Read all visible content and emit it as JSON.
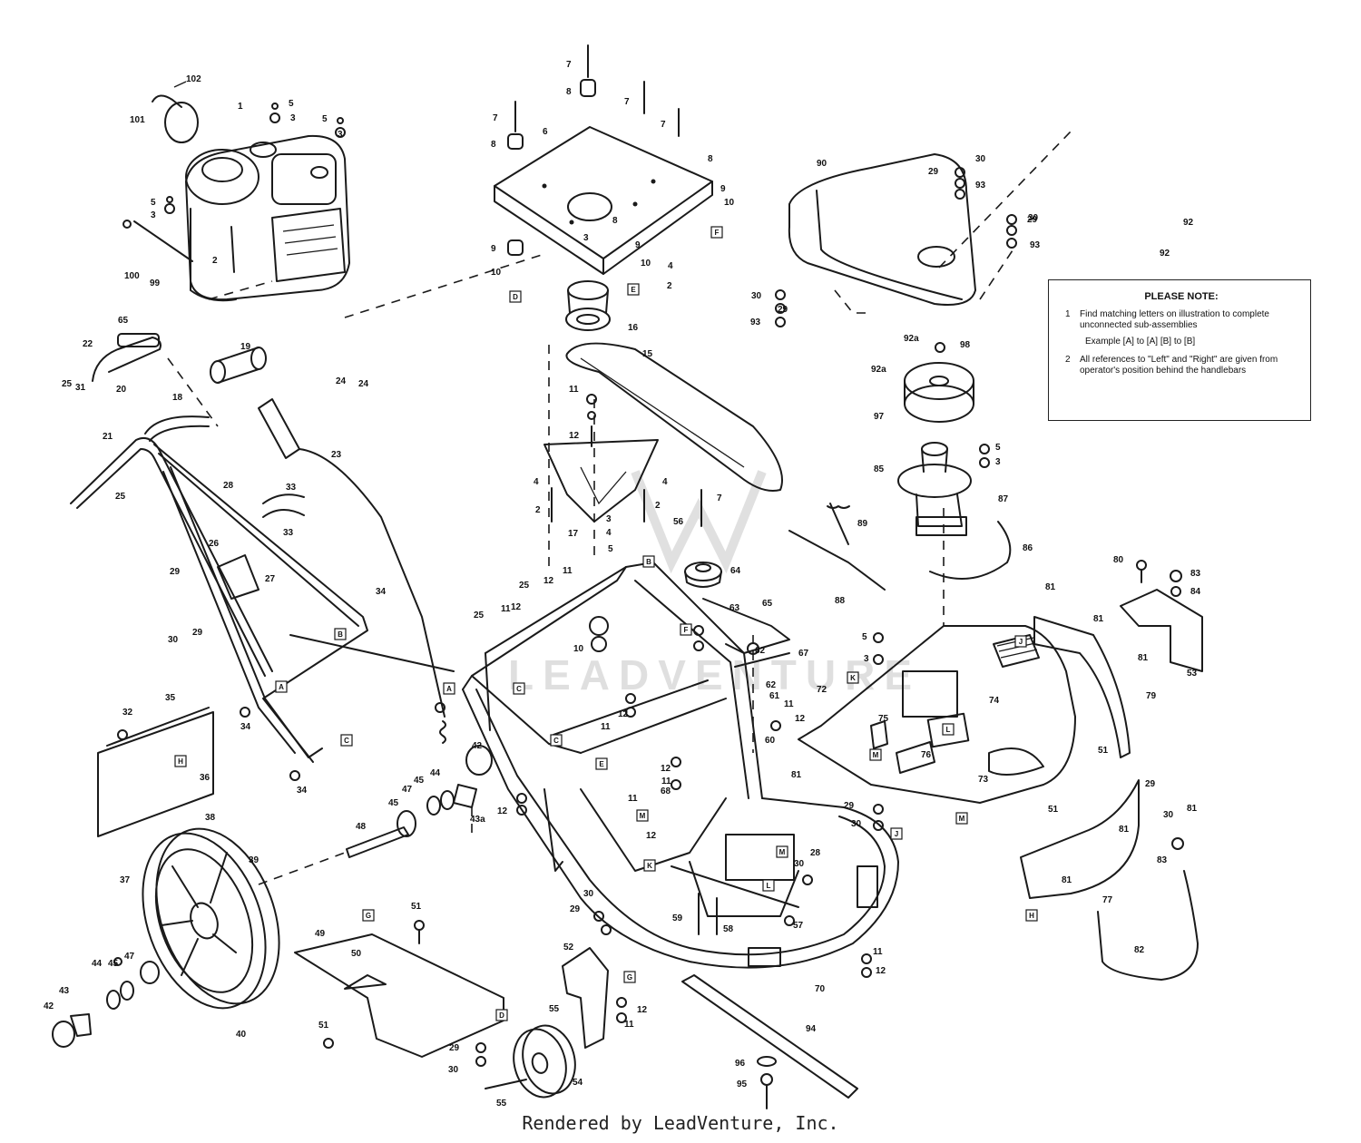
{
  "note": {
    "title": "PLEASE NOTE:",
    "item1_num": "1",
    "item1_text": "Find matching letters on illustration to complete unconnected sub-assemblies",
    "example_text": "Example  [A] to [A]  [B] to [B]",
    "item2_num": "2",
    "item2_text": "All references to \"Left\" and \"Right\" are given from operator's position behind the handlebars"
  },
  "footer": "Rendered by LeadVenture, Inc.",
  "watermark": "LEADVENTURE",
  "part_labels": [
    "1",
    "2",
    "3",
    "4",
    "5",
    "6",
    "7",
    "8",
    "9",
    "10",
    "11",
    "12",
    "15",
    "16",
    "17",
    "18",
    "19",
    "20",
    "21",
    "22",
    "23",
    "24",
    "25",
    "26",
    "27",
    "28",
    "29",
    "30",
    "31",
    "32",
    "33",
    "34",
    "35",
    "36",
    "37",
    "38",
    "39",
    "40",
    "42",
    "43",
    "43a",
    "44",
    "45",
    "47",
    "48",
    "49",
    "50",
    "51",
    "52",
    "53",
    "54",
    "55",
    "56",
    "57",
    "58",
    "59",
    "60",
    "61",
    "62",
    "63",
    "64",
    "65",
    "67",
    "68",
    "70",
    "72",
    "73",
    "74",
    "75",
    "76",
    "77",
    "79",
    "80",
    "81",
    "82",
    "83",
    "84",
    "85",
    "86",
    "87",
    "88",
    "89",
    "90",
    "92",
    "92a",
    "93",
    "94",
    "95",
    "96",
    "97",
    "98",
    "99",
    "100",
    "101",
    "102"
  ],
  "letter_refs": [
    "A",
    "B",
    "C",
    "D",
    "E",
    "F",
    "G",
    "H",
    "J",
    "K",
    "L",
    "M"
  ]
}
